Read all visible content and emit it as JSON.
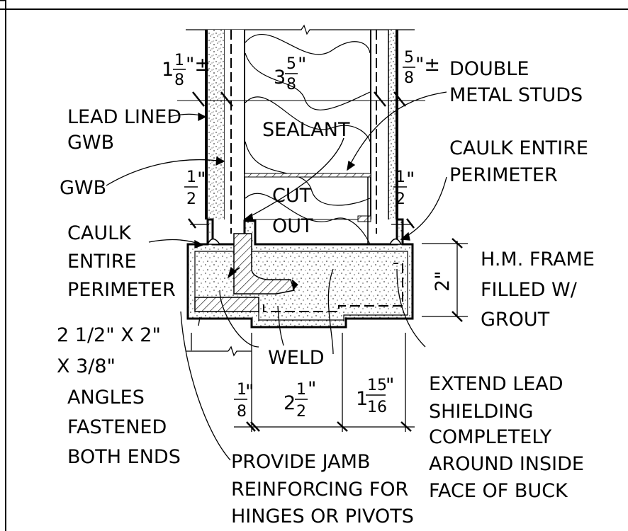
{
  "labels": {
    "lead_lined_1": "LEAD LINED",
    "lead_lined_2": "GWB",
    "gwb": "GWB",
    "sealant": "SEALANT",
    "cut_out_1": "CUT",
    "cut_out_2": "OUT",
    "double_studs_1": "DOUBLE",
    "double_studs_2": "METAL STUDS",
    "caulk_right_1": "CAULK ENTIRE",
    "caulk_right_2": "PERIMETER",
    "caulk_left_1": "CAULK",
    "caulk_left_2": "ENTIRE",
    "caulk_left_3": "PERIMETER",
    "hm_frame_1": "H.M. FRAME",
    "hm_frame_2": "FILLED W/",
    "hm_frame_3": "GROUT",
    "angles_1": "2 1/2\" X 2\"",
    "angles_2": "X 3/8\"",
    "angles_3": "ANGLES",
    "angles_4": "FASTENED",
    "angles_5": "BOTH ENDS",
    "weld": "WELD",
    "extend_1": "EXTEND LEAD",
    "extend_2": "SHIELDING",
    "extend_3": "COMPLETELY",
    "extend_4": "AROUND INSIDE",
    "extend_5": "FACE OF BUCK",
    "provide_1": "PROVIDE JAMB",
    "provide_2": "REINFORCING FOR",
    "provide_3": "HINGES OR PIVOTS"
  },
  "dimensions": {
    "d_1_1_8_whole": "1",
    "d_1_1_8_num": "1",
    "d_1_1_8_den": "8",
    "d_1_1_8_suffix": "\"±",
    "d_3_5_8_whole": "3",
    "d_3_5_8_num": "5",
    "d_3_5_8_den": "8",
    "d_3_5_8_suffix": "\"",
    "d_5_8_num": "5",
    "d_5_8_den": "8",
    "d_5_8_suffix": "\"±",
    "d_half_left_num": "1",
    "d_half_left_den": "2",
    "d_half_left_suffix": "\"",
    "d_half_right_num": "1",
    "d_half_right_den": "2",
    "d_half_right_suffix": "\"",
    "d_2_in": "2\"",
    "d_1_8_num": "1",
    "d_1_8_den": "8",
    "d_1_8_suffix": "\"",
    "d_2_1_2_whole": "2",
    "d_2_1_2_num": "1",
    "d_2_1_2_den": "2",
    "d_2_1_2_suffix": "\"",
    "d_1_15_16_whole": "1",
    "d_1_15_16_num": "15",
    "d_1_15_16_den": "16",
    "d_1_15_16_suffix": "\""
  }
}
